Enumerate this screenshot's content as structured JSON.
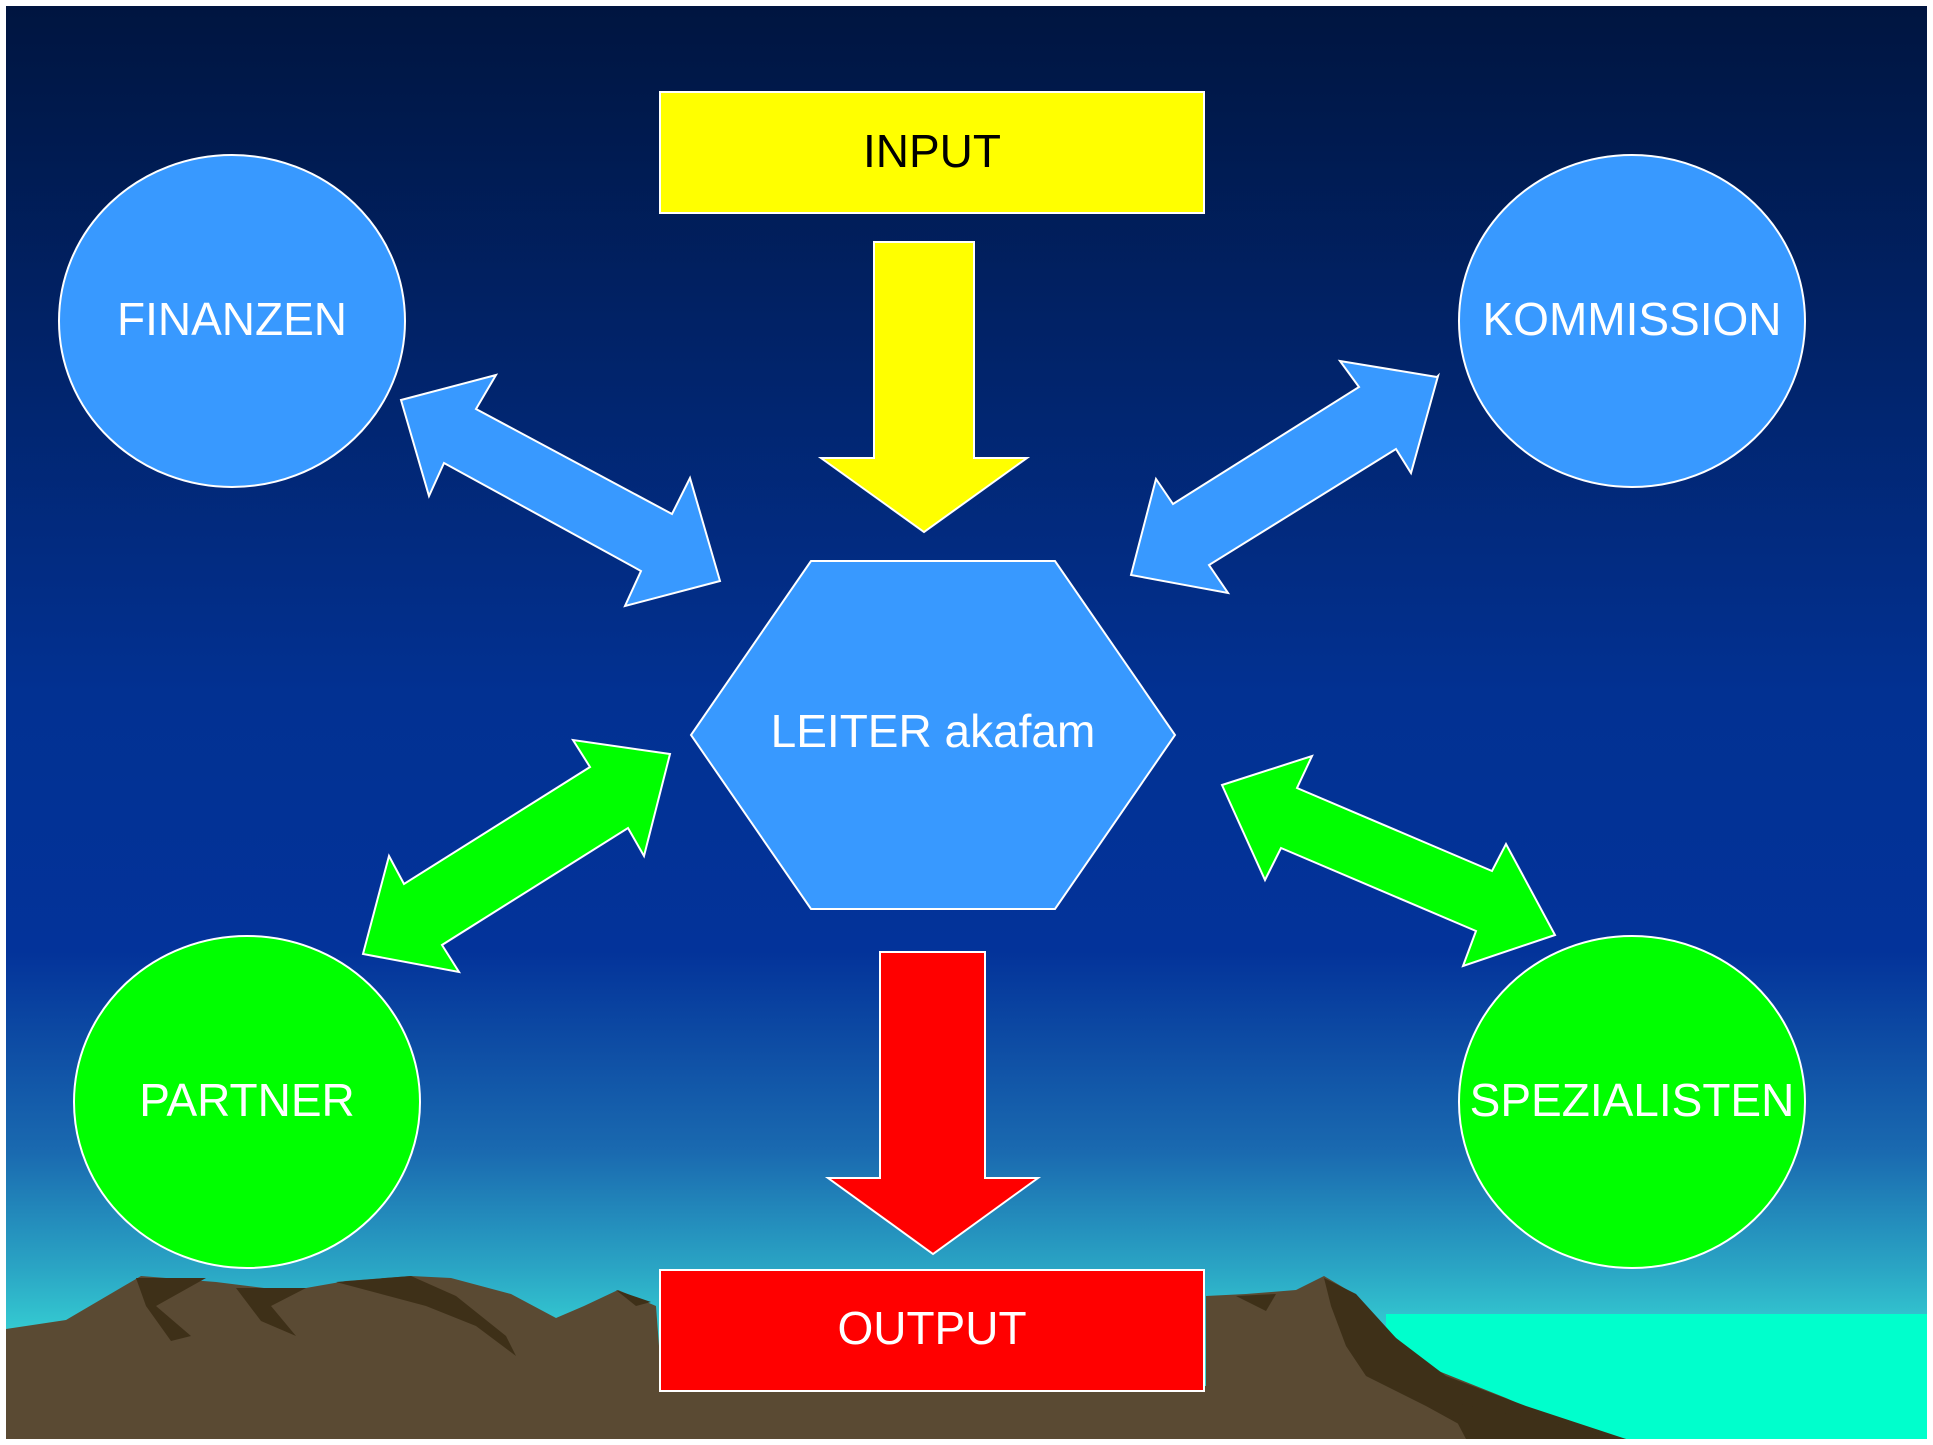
{
  "diagram": {
    "input_label": "INPUT",
    "output_label": "OUTPUT",
    "center_label": "LEITER akafam",
    "nodes": {
      "finanzen": "FINANZEN",
      "kommission": "KOMMISSION",
      "partner": "PARTNER",
      "spezialisten": "SPEZIALISTEN"
    }
  },
  "colors": {
    "sky_top": "#001540",
    "sky_mid": "#023192",
    "sky_low": "#2094c4",
    "horizon": "#38d8d6",
    "sea": "#00ffcc",
    "mountain": "#5a4a33",
    "mountain_shadow": "#3e3018",
    "input_yellow": "#ffff00",
    "output_red": "#ff0000",
    "node_blue": "#3899ff",
    "node_green": "#00ff00",
    "outline": "#ffffff",
    "text_dark": "#000000",
    "text_light": "#ffffff"
  }
}
